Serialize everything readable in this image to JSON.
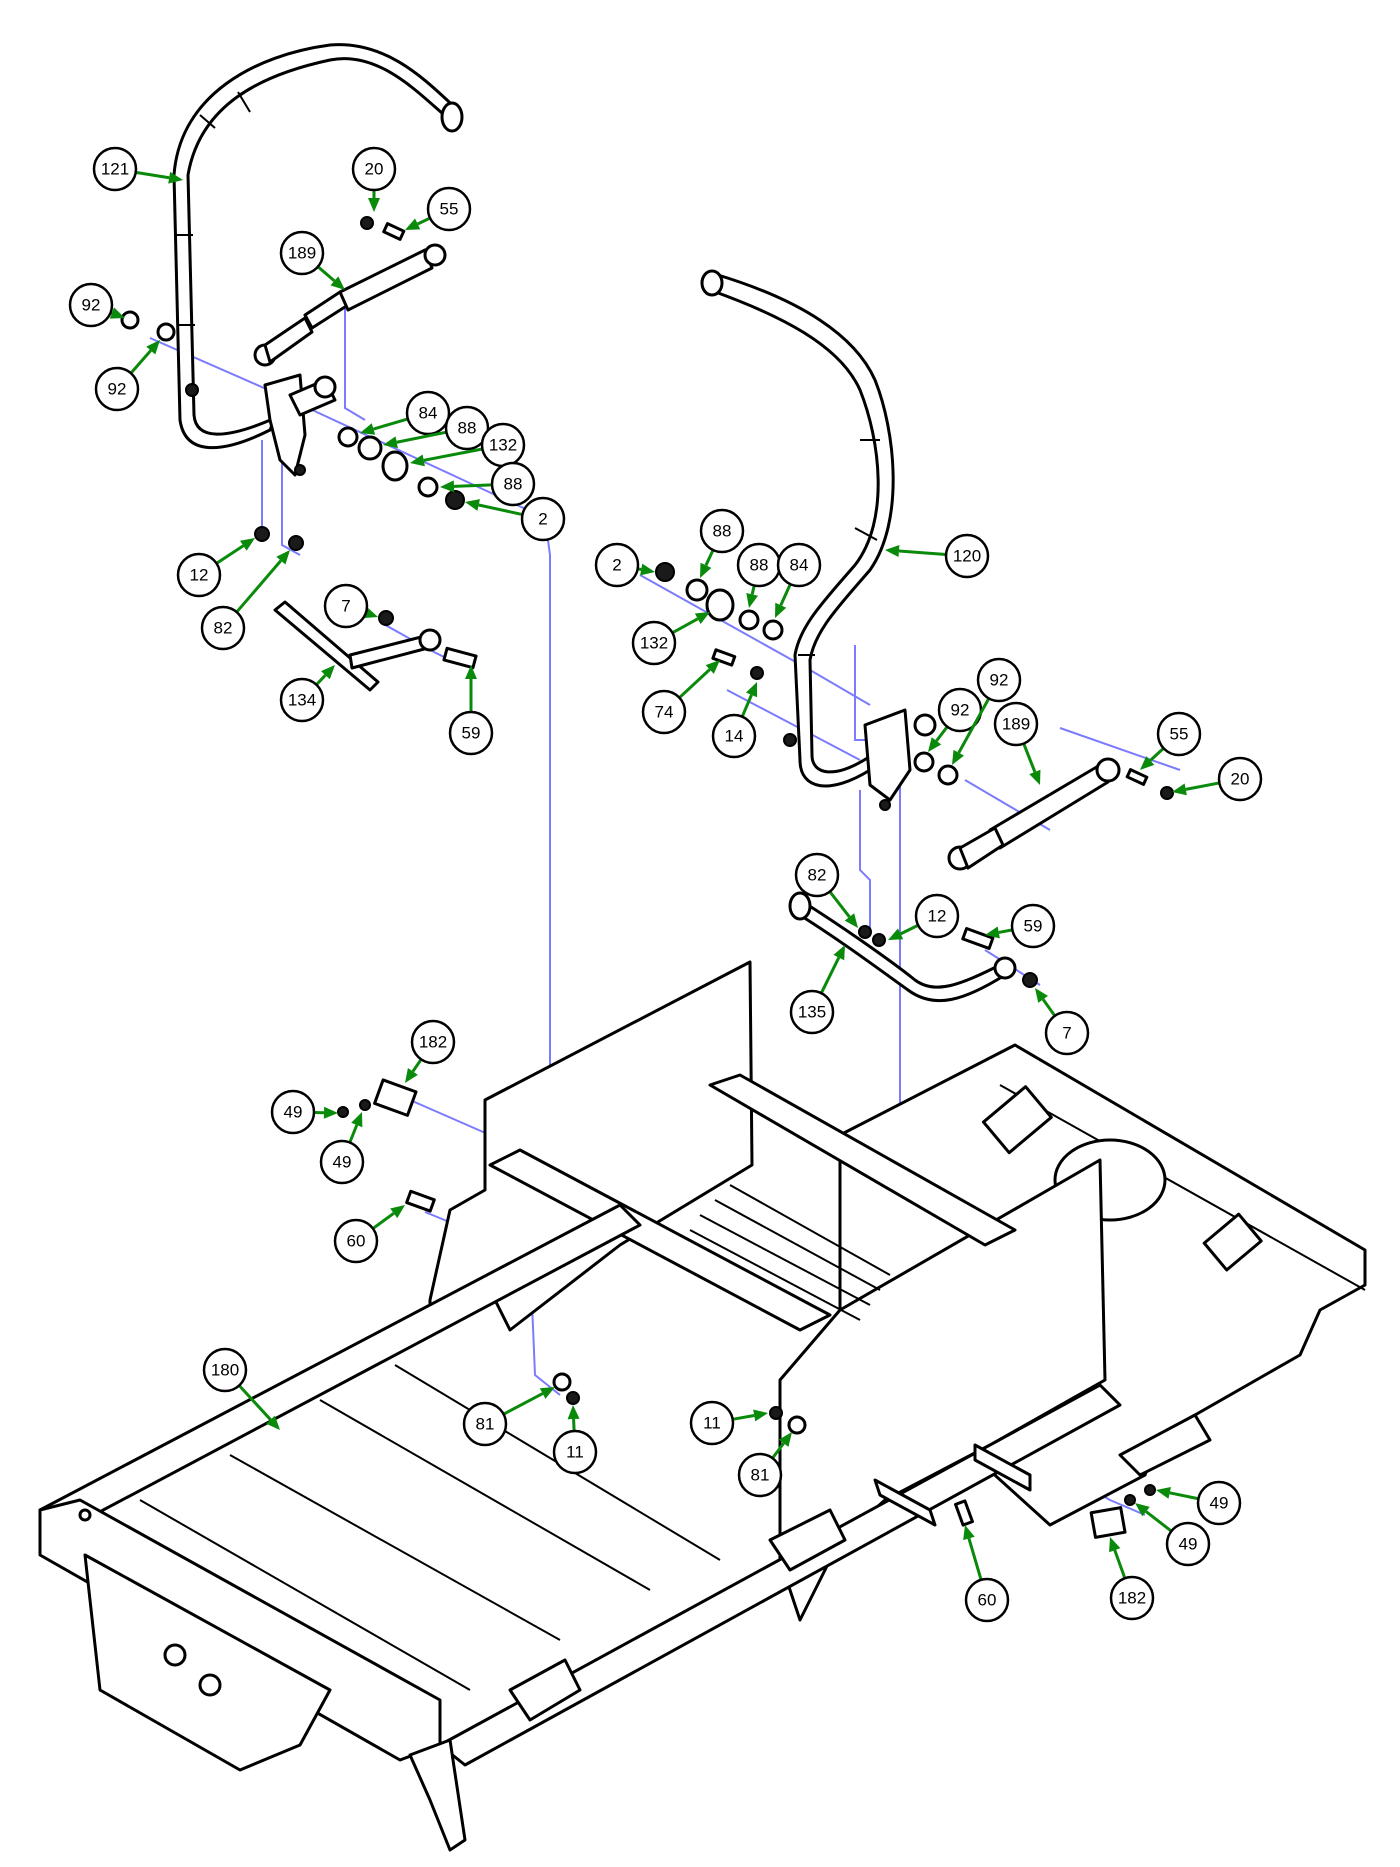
{
  "diagram": {
    "colors": {
      "leader_arrow": "#0a8a0a",
      "assembly_line": "#7b7bff",
      "outline": "#000000",
      "background": "#ffffff"
    },
    "callouts": [
      {
        "id": "c1",
        "label": "121",
        "part": "left-steering-handle"
      },
      {
        "id": "c2",
        "label": "20",
        "part": "nut"
      },
      {
        "id": "c3",
        "label": "55",
        "part": "shoulder-bolt"
      },
      {
        "id": "c4",
        "label": "189",
        "part": "gas-damper"
      },
      {
        "id": "c5",
        "label": "92",
        "part": "washer"
      },
      {
        "id": "c6",
        "label": "92",
        "part": "washer"
      },
      {
        "id": "c7",
        "label": "84",
        "part": "washer"
      },
      {
        "id": "c8",
        "label": "88",
        "part": "bushing"
      },
      {
        "id": "c9",
        "label": "132",
        "part": "spring"
      },
      {
        "id": "c10",
        "label": "88",
        "part": "bushing"
      },
      {
        "id": "c11",
        "label": "2",
        "part": "lock-nut"
      },
      {
        "id": "c12",
        "label": "12",
        "part": "nut"
      },
      {
        "id": "c13",
        "label": "82",
        "part": "nut"
      },
      {
        "id": "c14",
        "label": "7",
        "part": "nut"
      },
      {
        "id": "c15",
        "label": "134",
        "part": "left-control-rod"
      },
      {
        "id": "c16",
        "label": "59",
        "part": "bolt"
      },
      {
        "id": "c17",
        "label": "2",
        "part": "lock-nut"
      },
      {
        "id": "c18",
        "label": "88",
        "part": "bushing"
      },
      {
        "id": "c19",
        "label": "88",
        "part": "bushing"
      },
      {
        "id": "c20",
        "label": "84",
        "part": "washer"
      },
      {
        "id": "c21",
        "label": "120",
        "part": "right-steering-handle"
      },
      {
        "id": "c22",
        "label": "132",
        "part": "spring"
      },
      {
        "id": "c23",
        "label": "74",
        "part": "bolt"
      },
      {
        "id": "c24",
        "label": "14",
        "part": "nut"
      },
      {
        "id": "c25",
        "label": "92",
        "part": "washer"
      },
      {
        "id": "c26",
        "label": "92",
        "part": "washer"
      },
      {
        "id": "c27",
        "label": "189",
        "part": "gas-damper"
      },
      {
        "id": "c28",
        "label": "55",
        "part": "shoulder-bolt"
      },
      {
        "id": "c29",
        "label": "20",
        "part": "nut"
      },
      {
        "id": "c30",
        "label": "82",
        "part": "nut"
      },
      {
        "id": "c31",
        "label": "12",
        "part": "nut"
      },
      {
        "id": "c32",
        "label": "59",
        "part": "bolt"
      },
      {
        "id": "c33",
        "label": "135",
        "part": "right-control-rod"
      },
      {
        "id": "c34",
        "label": "7",
        "part": "nut"
      },
      {
        "id": "c35",
        "label": "182",
        "part": "switch"
      },
      {
        "id": "c36",
        "label": "49",
        "part": "screw"
      },
      {
        "id": "c37",
        "label": "49",
        "part": "screw"
      },
      {
        "id": "c38",
        "label": "60",
        "part": "bolt"
      },
      {
        "id": "c39",
        "label": "180",
        "part": "chassis-frame"
      },
      {
        "id": "c40",
        "label": "81",
        "part": "washer"
      },
      {
        "id": "c41",
        "label": "11",
        "part": "nut"
      },
      {
        "id": "c42",
        "label": "11",
        "part": "nut"
      },
      {
        "id": "c43",
        "label": "81",
        "part": "washer"
      },
      {
        "id": "c44",
        "label": "60",
        "part": "bolt"
      },
      {
        "id": "c45",
        "label": "182",
        "part": "switch"
      },
      {
        "id": "c46",
        "label": "49",
        "part": "screw"
      },
      {
        "id": "c47",
        "label": "49",
        "part": "screw"
      }
    ]
  }
}
